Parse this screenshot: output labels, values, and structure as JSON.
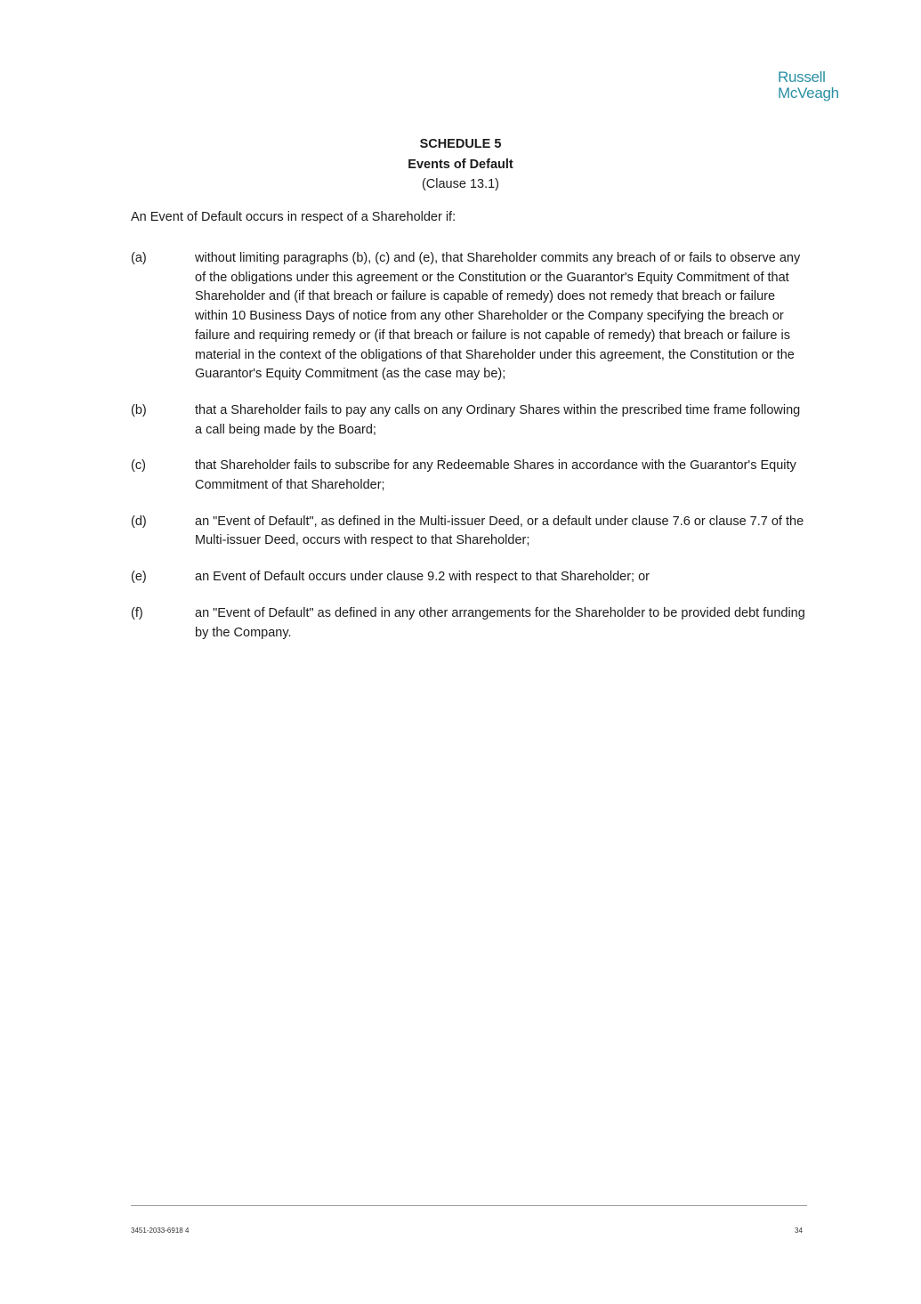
{
  "logo": {
    "line1": "Russell",
    "line2": "McVeagh"
  },
  "heading": {
    "title": "SCHEDULE 5",
    "subtitle": "Events of Default",
    "clause": "(Clause 13.1)"
  },
  "intro": "An Event of Default occurs in respect of a Shareholder if:",
  "items": [
    {
      "label": "(a)",
      "text": "without limiting paragraphs (b), (c) and (e), that Shareholder commits any breach of or fails to observe any of the obligations under this agreement or the Constitution or the Guarantor's Equity Commitment of that Shareholder and (if that breach or failure is capable of remedy) does not remedy that breach or failure within 10 Business Days of notice from any other Shareholder or the Company specifying the breach or failure and requiring remedy or (if that breach or failure is not capable of remedy) that breach or failure is material in the context of the obligations of that Shareholder under this agreement, the Constitution or the Guarantor's Equity Commitment (as the case may be);"
    },
    {
      "label": "(b)",
      "text": "that a Shareholder fails to pay any calls on any Ordinary Shares within the prescribed time frame following a call being made by the Board;"
    },
    {
      "label": "(c)",
      "text": "that Shareholder fails to subscribe for any Redeemable Shares in accordance with the Guarantor's Equity Commitment of that Shareholder;"
    },
    {
      "label": "(d)",
      "text": "an \"Event of Default\", as defined in the Multi-issuer Deed, or a default under clause 7.6 or clause 7.7 of the Multi-issuer Deed, occurs with respect to that Shareholder;"
    },
    {
      "label": "(e)",
      "text": "an Event of Default occurs under clause 9.2 with respect to that Shareholder; or"
    },
    {
      "label": "(f)",
      "text": "an \"Event of Default\" as defined in any other arrangements for the Shareholder to be provided debt funding by the Company."
    }
  ],
  "footer": {
    "reference": "3451-2033-6918 4",
    "page_number": "34"
  },
  "colors": {
    "logo": "#2a8fa3",
    "text": "#1c1c1c"
  }
}
